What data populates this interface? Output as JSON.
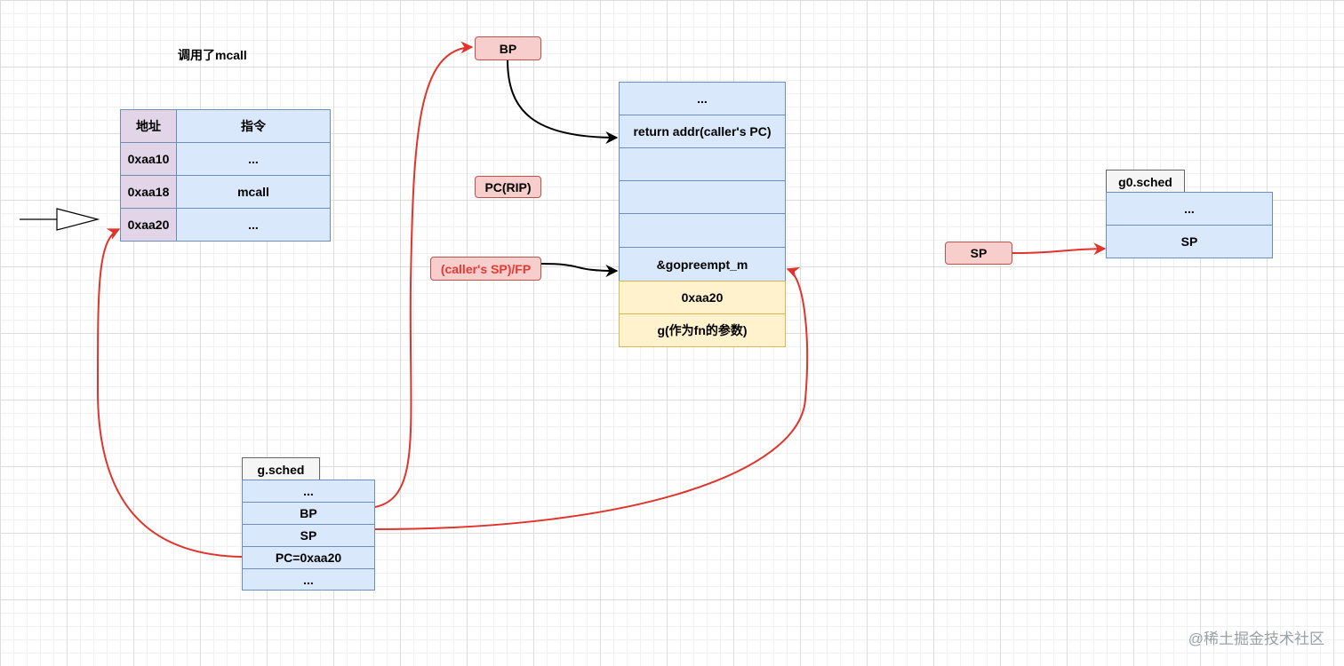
{
  "title": "调用了mcall",
  "instr_table": {
    "headers": [
      "地址",
      "指令"
    ],
    "rows": [
      {
        "addr": "0xaa10",
        "instr": "..."
      },
      {
        "addr": "0xaa18",
        "instr": "mcall"
      },
      {
        "addr": "0xaa20",
        "instr": "..."
      }
    ]
  },
  "pointers": {
    "bp": "BP",
    "pc": "PC(RIP)",
    "fp": "(caller's SP)/FP",
    "sp": "SP"
  },
  "stack": [
    {
      "label": "...",
      "kind": "blue"
    },
    {
      "label": "return addr(caller's PC)",
      "kind": "blue"
    },
    {
      "label": "",
      "kind": "blue"
    },
    {
      "label": "",
      "kind": "blue"
    },
    {
      "label": "",
      "kind": "blue"
    },
    {
      "label": "&gopreempt_m",
      "kind": "blue"
    },
    {
      "label": "0xaa20",
      "kind": "yellow"
    },
    {
      "label": "g(作为fn的参数)",
      "kind": "yellow"
    }
  ],
  "g_sched": {
    "title": "g.sched",
    "rows": [
      "...",
      "BP",
      "SP",
      "PC=0xaa20",
      "..."
    ]
  },
  "g0_sched": {
    "title": "g0.sched",
    "rows": [
      "...",
      "SP"
    ]
  },
  "watermark": "@稀土掘金技术社区",
  "colors": {
    "arrow_red": "#e0342b",
    "arrow_black": "#000000",
    "cell_blue": "#dae8fc",
    "cell_yellow": "#fff2cc",
    "cell_purple": "#e1d5e7",
    "pill_red": "#f8cecc"
  }
}
